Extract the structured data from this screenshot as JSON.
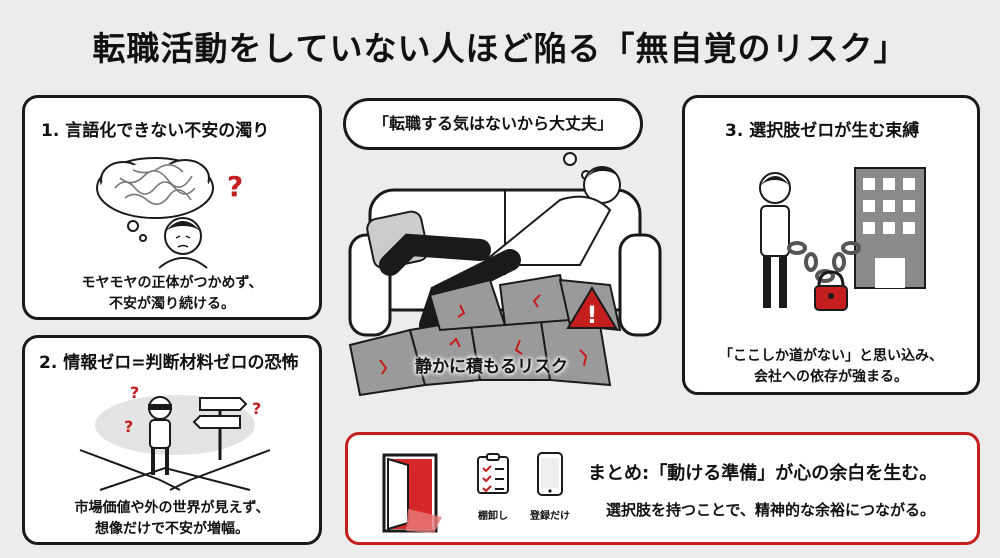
{
  "title": "転職活動をしていない人ほど陥る「無自覚のリスク」",
  "panel1": {
    "title": "1. 言語化できない不安の濁り",
    "caption": [
      "モヤモヤの正体がつかめず、",
      "不安が濁り続ける。"
    ]
  },
  "panel2": {
    "title": "2. 情報ゼロ=判断材料ゼロの恐怖",
    "caption": [
      "市場価値や外の世界が見えず、",
      "想像だけで不安が増幅。"
    ]
  },
  "panel3": {
    "title": "3. 選択肢ゼロが生む束縛",
    "caption": [
      "「ここしか道がない」と思い込み、",
      "会社への依存が強まる。"
    ]
  },
  "center": {
    "speech": "「転職する気はないから大丈夫」",
    "risk_label": "静かに積もるリスク"
  },
  "summary": {
    "headline": "まとめ:「動ける準備」が心の余白を生む。",
    "subline": "選択肢を持つことで、精神的な余裕につながる。",
    "icon_labels": [
      "棚卸し",
      "登録だけ"
    ]
  },
  "colors": {
    "accent": "#c41e1e",
    "ink": "#1a1a1a",
    "background": "#ececec"
  },
  "icons": [
    "thought-cloud-icon",
    "question-mark-icon",
    "signpost-icon",
    "chain-icon",
    "padlock-icon",
    "warning-icon",
    "door-icon",
    "checklist-icon",
    "smartphone-icon"
  ]
}
